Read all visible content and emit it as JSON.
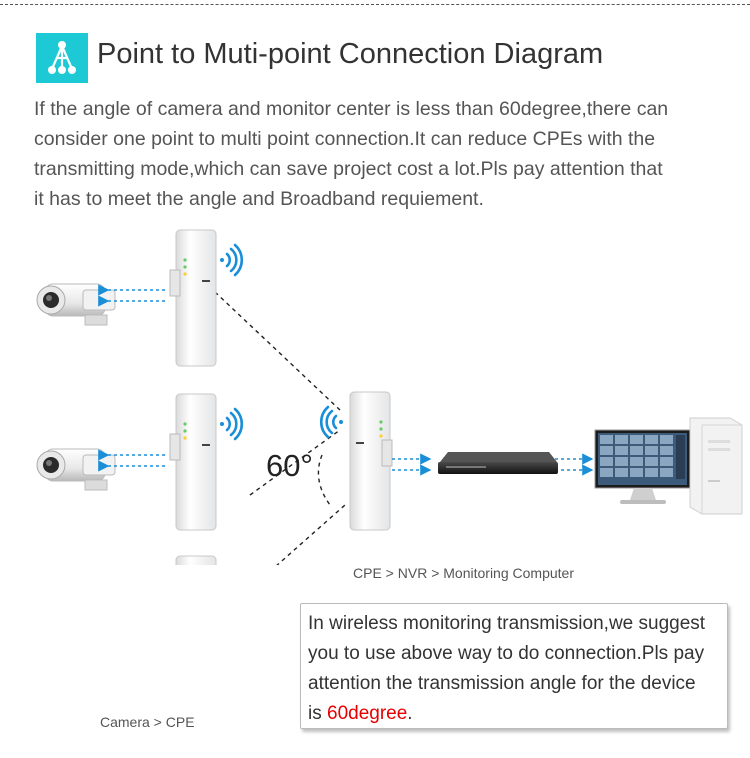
{
  "header": {
    "title": "Point to Muti-point Connection Diagram",
    "logo_icon": "network-hierarchy-icon",
    "logo_color": "#1ec9d6"
  },
  "intro": {
    "lines": [
      "If the angle of camera and monitor center is less than 60degree,there can",
      "consider one point to multi point connection.It can reduce CPEs with the",
      "transmitting mode,which can save project cost a lot.Pls pay attention that",
      "it has to meet the angle and Broadband requiement."
    ]
  },
  "diagram": {
    "angle_label": "60°",
    "caption_center": "CPE > NVR > Monitoring Computer",
    "caption_left": "Camera > CPE",
    "arrow_color": "#1a8fd8",
    "signal_color": "#1a8fd8"
  },
  "note": {
    "line1": "In wireless monitoring transmission,we suggest",
    "line2": "you to use above way to do connection.Pls pay",
    "line3": "attention the transmission angle for the device",
    "line4_prefix": "is ",
    "line4_highlight": "60degree",
    "line4_suffix": ".",
    "highlight_color": "#e60000"
  }
}
